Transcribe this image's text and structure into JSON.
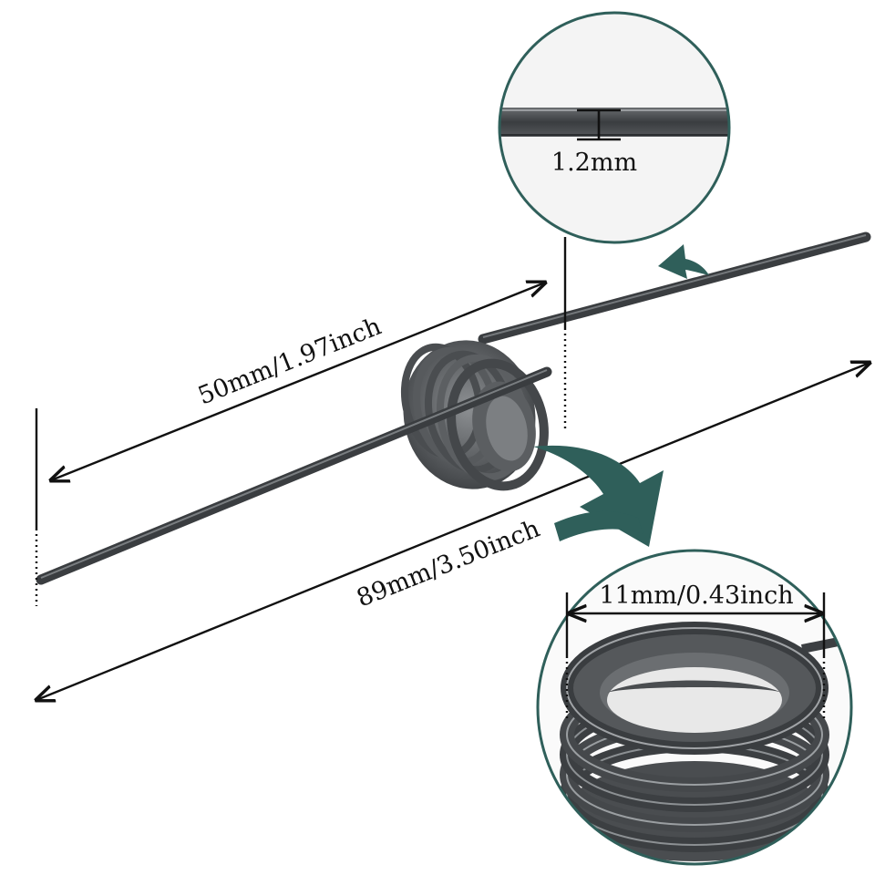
{
  "measurements": {
    "wire_diameter": "1.2mm",
    "leg_length": "50mm/1.97inch",
    "total_length": "89mm/3.50inch",
    "coil_outer_diameter": "11mm/0.43inch"
  },
  "colors": {
    "accent_teal": "#2f5f5a",
    "wire_dark": "#3e4144",
    "dimension_line": "#111111"
  }
}
